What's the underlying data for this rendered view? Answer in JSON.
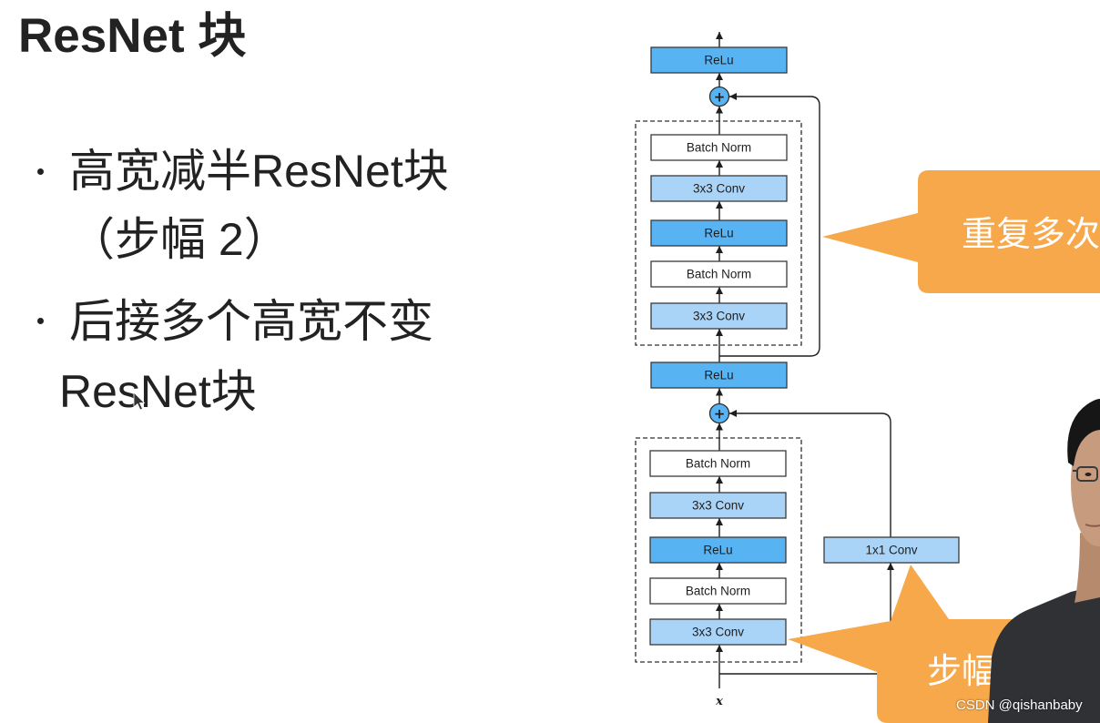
{
  "slide": {
    "title": "ResNet 块",
    "bullets": [
      {
        "lines": [
          "高宽减半ResNet块",
          "（步幅 2）"
        ]
      },
      {
        "lines": [
          "后接多个高宽不变",
          "ResNet块"
        ]
      }
    ]
  },
  "diagram": {
    "output_relu": "ReLu",
    "top_plus": "+",
    "repeated_block": [
      "Batch Norm",
      "3x3 Conv",
      "ReLu",
      "Batch Norm",
      "3x3 Conv"
    ],
    "middle_relu": "ReLu",
    "bottom_plus": "+",
    "downsample_block": [
      "Batch Norm",
      "3x3 Conv",
      "ReLu",
      "Batch Norm",
      "3x3 Conv"
    ],
    "shortcut_conv": "1x1 Conv",
    "input_label": "x"
  },
  "callouts": {
    "repeat_text": "重复多次",
    "stride_text": "步幅"
  },
  "watermark": "CSDN @qishanbaby",
  "colors": {
    "relu": "#58b3f2",
    "conv": "#a9d4f8",
    "norm": "#ffffff",
    "plus": "#58b3f2",
    "callout": "#f6a84b",
    "text": "#222222"
  }
}
